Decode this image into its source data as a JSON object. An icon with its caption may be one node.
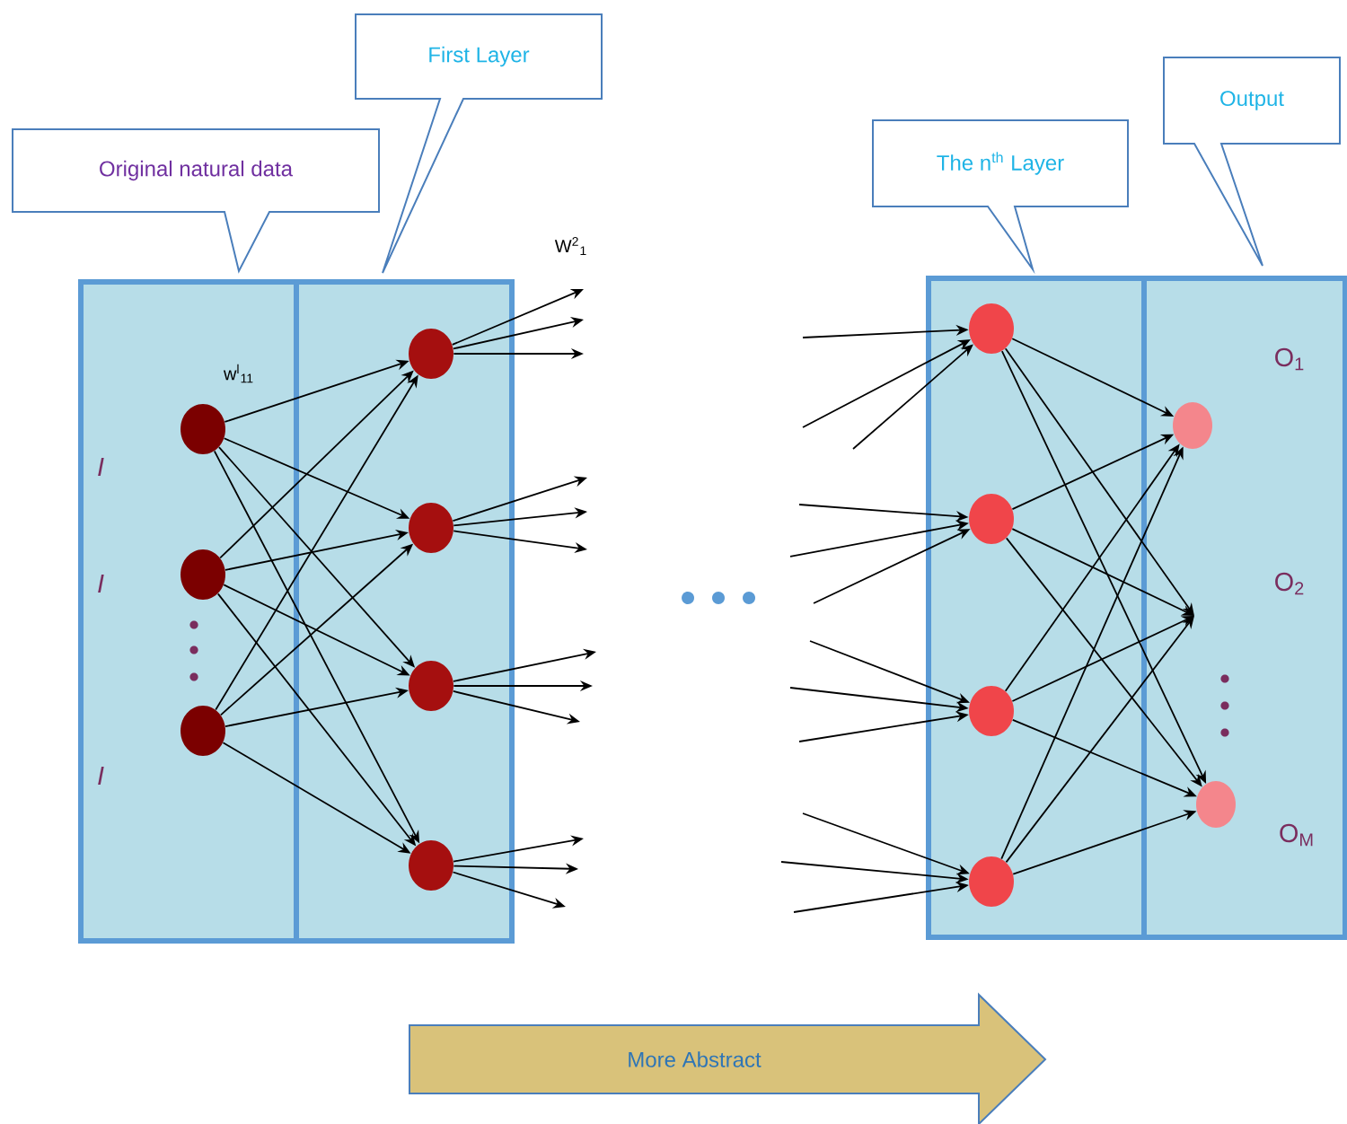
{
  "diagram": {
    "nodes": [
      {
        "text": [
          "Original natural data"
        ]
      },
      {
        "text": [
          "First Layer"
        ]
      },
      {
        "text": [
          "The n$^{th}$ Layer"
        ]
      },
      {
        "text": [
          "Output"
        ]
      },
      {
        "text": [],
        "shape": "box"
      },
      {
        "text": [],
        "shape": "box"
      },
      {
        "text": [],
        "shape": "box"
      },
      {
        "text": [],
        "shape": "box"
      },
      {
        "text": [],
        "shape": "circle",
        "in": 4
      },
      {
        "text": [],
        "shape": "circle",
        "in": 4
      },
      {
        "text": [],
        "shape": "circle",
        "in": 4
      },
      {
        "text": [],
        "shape": "circle",
        "in": 5
      },
      {
        "text": [],
        "shape": "circle",
        "in": 5
      },
      {
        "text": [],
        "shape": "circle",
        "in": 5
      },
      {
        "text": [],
        "shape": "circle",
        "in": 5
      },
      {
        "text": [],
        "shape": "circle",
        "in": 6
      },
      {
        "text": [],
        "shape": "circle",
        "in": 6
      },
      {
        "text": [],
        "shape": "circle",
        "in": 6
      },
      {
        "text": [],
        "shape": "circle",
        "in": 6
      },
      {
        "text": [],
        "shape": "circle",
        "in": 7
      },
      {
        "text": [],
        "shape": "circle",
        "in": 7
      },
      {
        "text": [
          "More Abstract"
        ]
      }
    ],
    "edges": [
      {
        "from": 8,
        "to": 11,
        "arrow": "to"
      },
      {
        "from": 8,
        "to": 12,
        "arrow": "to"
      },
      {
        "from": 8,
        "to": 13,
        "arrow": "to"
      },
      {
        "from": 8,
        "to": 14,
        "arrow": "to"
      },
      {
        "from": 9,
        "to": 11,
        "arrow": "to"
      },
      {
        "from": 9,
        "to": 12,
        "arrow": "to"
      },
      {
        "from": 9,
        "to": 13,
        "arrow": "to"
      },
      {
        "from": 9,
        "to": 14,
        "arrow": "to"
      },
      {
        "from": 10,
        "to": 11,
        "arrow": "to"
      },
      {
        "from": 10,
        "to": 12,
        "arrow": "to"
      },
      {
        "from": 10,
        "to": 13,
        "arrow": "to"
      },
      {
        "from": 10,
        "to": 14,
        "arrow": "to"
      },
      {
        "from": 11,
        "to": null,
        "arrow": "to"
      },
      {
        "from": 11,
        "to": null,
        "arrow": "to"
      },
      {
        "from": 11,
        "to": null,
        "arrow": "to"
      },
      {
        "from": 12,
        "to": null,
        "arrow": "to"
      },
      {
        "from": 12,
        "to": null,
        "arrow": "to"
      },
      {
        "from": 12,
        "to": null,
        "arrow": "to"
      },
      {
        "from": 13,
        "to": null,
        "arrow": "to"
      },
      {
        "from": 13,
        "to": null,
        "arrow": "to"
      },
      {
        "from": 13,
        "to": null,
        "arrow": "to"
      },
      {
        "from": 14,
        "to": null,
        "arrow": "to"
      },
      {
        "from": 14,
        "to": null,
        "arrow": "to"
      },
      {
        "from": 14,
        "to": null,
        "arrow": "to"
      },
      {
        "from": null,
        "to": 15,
        "arrow": "to"
      },
      {
        "from": null,
        "to": 15,
        "arrow": "to"
      },
      {
        "from": null,
        "to": 15,
        "arrow": "to"
      },
      {
        "from": null,
        "to": 16,
        "arrow": "to"
      },
      {
        "from": null,
        "to": 16,
        "arrow": "to"
      },
      {
        "from": null,
        "to": 16,
        "arrow": "to"
      },
      {
        "from": null,
        "to": 17,
        "arrow": "to"
      },
      {
        "from": null,
        "to": 17,
        "arrow": "to"
      },
      {
        "from": null,
        "to": 17,
        "arrow": "to"
      },
      {
        "from": null,
        "to": 18,
        "arrow": "to"
      },
      {
        "from": null,
        "to": 18,
        "arrow": "to"
      },
      {
        "from": null,
        "to": 18,
        "arrow": "to"
      },
      {
        "from": 15,
        "to": 19,
        "arrow": "to"
      },
      {
        "from": 15,
        "to": null,
        "arrow": "to"
      },
      {
        "from": 15,
        "to": 20,
        "arrow": "to"
      },
      {
        "from": 16,
        "to": 19,
        "arrow": "to"
      },
      {
        "from": 16,
        "to": null,
        "arrow": "to"
      },
      {
        "from": 16,
        "to": 20,
        "arrow": "to"
      },
      {
        "from": 17,
        "to": 19,
        "arrow": "to"
      },
      {
        "from": 17,
        "to": null,
        "arrow": "to"
      },
      {
        "from": 17,
        "to": 20,
        "arrow": "to"
      },
      {
        "from": 18,
        "to": 19,
        "arrow": "to"
      },
      {
        "from": 18,
        "to": null,
        "arrow": "to"
      },
      {
        "from": 18,
        "to": 20,
        "arrow": "to"
      }
    ],
    "labels": [
      "W$^{2}$$_{1}$",
      "w$^{l}$$_{11}$",
      "I",
      "I",
      "I",
      "O$_{1}$",
      "O$_{2}$",
      "O$_{M}$"
    ]
  }
}
